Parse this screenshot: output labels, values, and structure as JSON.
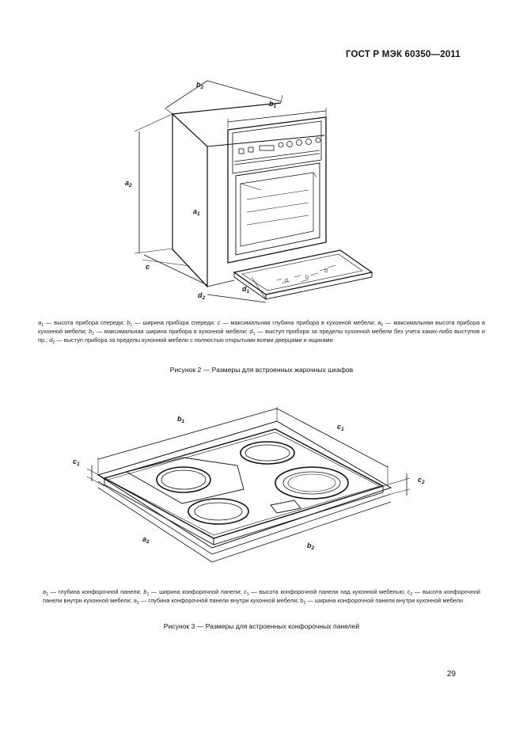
{
  "header": {
    "standard": "ГОСТ Р МЭК 60350—2011"
  },
  "figure2": {
    "labels": {
      "b2": "b2",
      "b1": "b1",
      "a2": "a2",
      "a1": "a1",
      "c": "c",
      "d1": "d1",
      "d2": "d2"
    },
    "legend": [
      {
        "sym": "a",
        "sub": "1",
        "text": " — высота прибора спереди; "
      },
      {
        "sym": "b",
        "sub": "1",
        "text": " — ширина прибора спереди; "
      },
      {
        "sym": "c",
        "sub": "",
        "text": " — максимальная глубина прибора в кухонной мебели; "
      },
      {
        "sym": "a",
        "sub": "2",
        "text": " — максимальная высота прибора в кухонной мебели; "
      },
      {
        "sym": "b",
        "sub": "2",
        "text": " — максимальная ширина прибора в кухонной мебели; "
      },
      {
        "sym": "d",
        "sub": "1",
        "text": " — выступ прибора за пределы кухонной мебели без учета каких-либо выступов и пр.; "
      },
      {
        "sym": "d",
        "sub": "2",
        "text": " — выступ прибора за пределы кухонной мебели с полностью открытыми всеми дверцами и ящиками"
      }
    ],
    "caption": "Рисунок 2 — Размеры для встроенных жарочных шкафов"
  },
  "figure3": {
    "labels": {
      "b1": "b1",
      "c1_top": "c1",
      "c1_left": "c1",
      "c2": "c2",
      "a2": "a2",
      "b2": "b2"
    },
    "legend": [
      {
        "sym": "a",
        "sub": "1",
        "text": " — глубина конфорочной панели; "
      },
      {
        "sym": "b",
        "sub": "1",
        "text": " — ширина конфорочной панели; "
      },
      {
        "sym": "c",
        "sub": "1",
        "text": " — высота конфорочной панели над кухонной мебелью; "
      },
      {
        "sym": "c",
        "sub": "2",
        "text": " — высота конфорочной панели внутри кухонной мебели; "
      },
      {
        "sym": "a",
        "sub": "2",
        "text": " — глубина конфорочной панели внутри кухонной мебели; "
      },
      {
        "sym": "b",
        "sub": "2",
        "text": " — ширина конфорочной панели внутри кухонной мебели"
      }
    ],
    "caption": "Рисунок 3 — Размеры для встроенных конфорочных панелей"
  },
  "page": {
    "number": "29"
  }
}
